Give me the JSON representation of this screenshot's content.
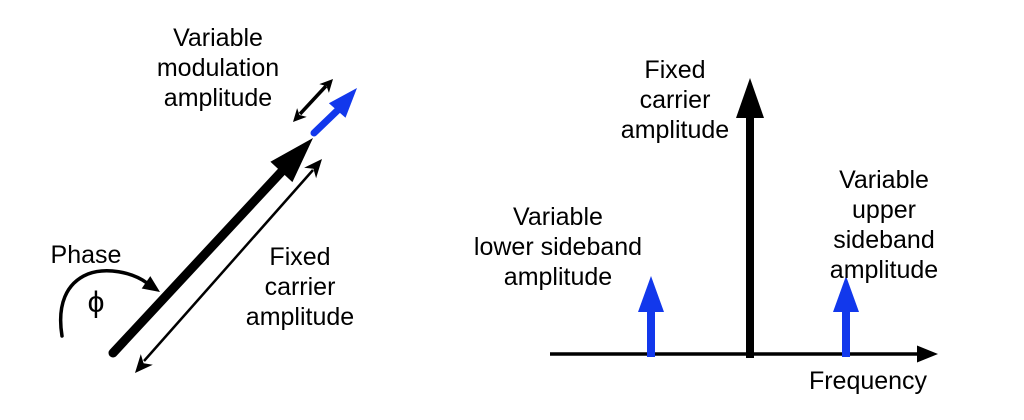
{
  "colors": {
    "ink": "#000000",
    "accent": "#1238ec",
    "background": "#ffffff"
  },
  "figure": {
    "left_phasor_diagram": {
      "modulation_amplitude_label": "Variable\nmodulation\namplitude",
      "phase_label": "Phase",
      "phase_symbol": "ϕ",
      "carrier_amplitude_label": "Fixed\ncarrier\namplitude"
    },
    "right_spectrum_diagram": {
      "carrier_amplitude_label": "Fixed\ncarrier\namplitude",
      "lower_sideband_label": "Variable\nlower sideband\namplitude",
      "upper_sideband_label": "Variable\nupper sideband\namplitude",
      "frequency_axis_label": "Frequency"
    }
  }
}
